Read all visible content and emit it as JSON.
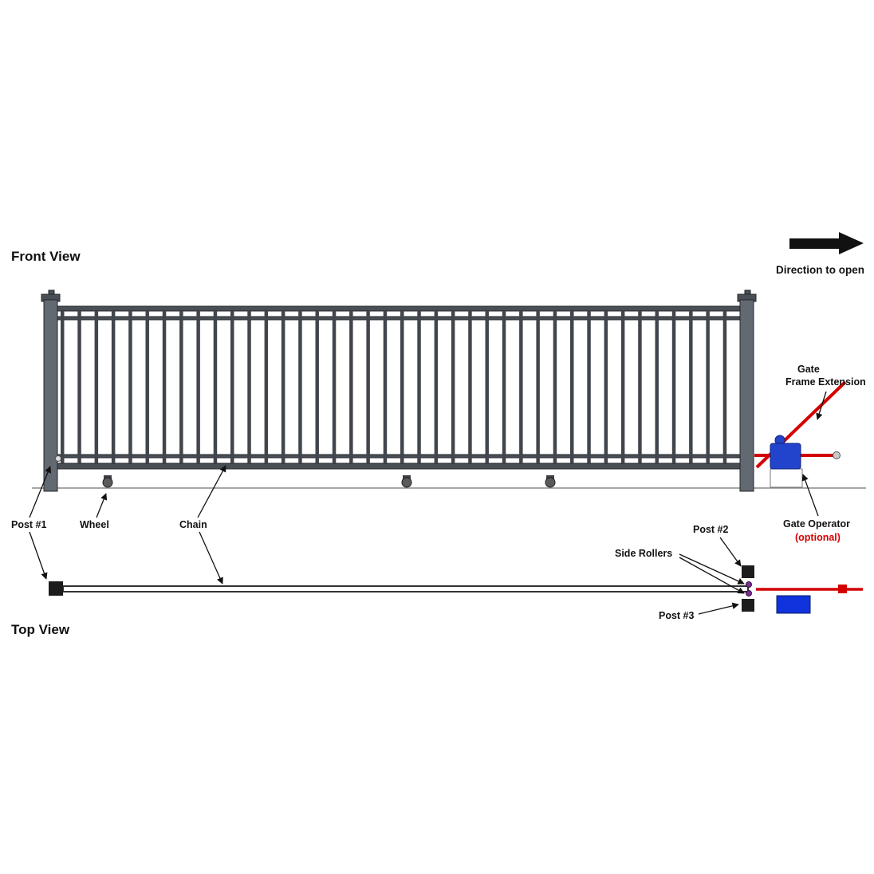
{
  "front_view": {
    "title": "Front View",
    "direction_label": "Direction to open",
    "labels": {
      "post1": "Post #1",
      "wheel": "Wheel",
      "chain": "Chain",
      "frame_ext_line1": "Gate",
      "frame_ext_line2": "Frame Extension",
      "operator": "Gate Operator",
      "operator_optional": "(optional)"
    }
  },
  "top_view": {
    "title": "Top View",
    "labels": {
      "post2": "Post #2",
      "side_rollers": "Side Rollers",
      "post3": "Post #3"
    }
  },
  "colors": {
    "accent_red": "#d40000",
    "operator_blue": "#2244cc",
    "structure_gray": "#4a4f55",
    "post_black": "#1c1c1c",
    "roller_purple": "#7a2f8f",
    "text_black": "#111111"
  }
}
